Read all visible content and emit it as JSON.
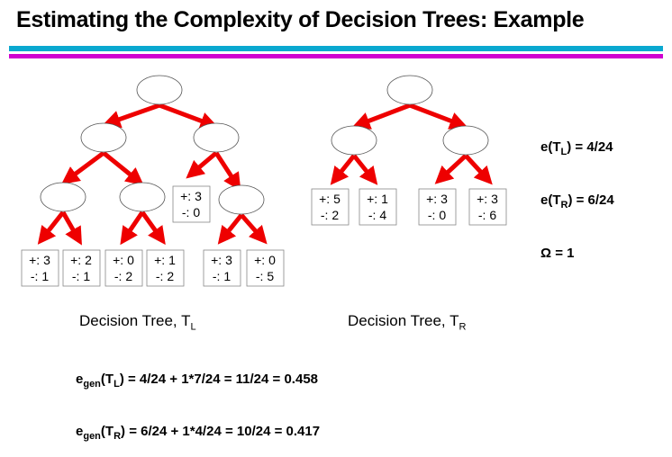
{
  "title": "Estimating the Complexity of Decision Trees: Example",
  "colors": {
    "arrow": "#ee0000",
    "bar_top": "#0aa8d0",
    "bar_bottom": "#d000d0"
  },
  "left_tree": {
    "caption": "Decision Tree, T",
    "caption_sub": "L",
    "leaves": [
      [
        "+: 3",
        "-: 1"
      ],
      [
        "+: 2",
        "-: 1"
      ],
      [
        "+: 0",
        "-: 2"
      ],
      [
        "+: 1",
        "-: 2"
      ],
      [
        "+: 3",
        "-: 0"
      ],
      [
        "+: 3",
        "-: 1"
      ],
      [
        "+: 0",
        "-: 5"
      ]
    ]
  },
  "right_tree": {
    "caption": "Decision Tree, T",
    "caption_sub": "R",
    "leaves": [
      [
        "+: 5",
        "-: 2"
      ],
      [
        "+: 1",
        "-: 4"
      ],
      [
        "+: 3",
        "-: 0"
      ],
      [
        "+: 3",
        "-: 6"
      ]
    ]
  },
  "errors": {
    "eL": {
      "pre": "e(T",
      "sub": "L",
      "post": ") = 4/24"
    },
    "eR": {
      "pre": "e(T",
      "sub": "R",
      "post": ") = 6/24"
    },
    "omega": "Ω = 1"
  },
  "formulas": {
    "genL": {
      "e": "e",
      "gen": "gen",
      "pre": "(T",
      "sub": "L",
      "post": ") = 4/24 + 1*7/24 = 11/24 = 0.458"
    },
    "genR": {
      "e": "e",
      "gen": "gen",
      "pre": "(T",
      "sub": "R",
      "post": ") = 6/24 + 1*4/24 = 10/24 = 0.417"
    }
  }
}
